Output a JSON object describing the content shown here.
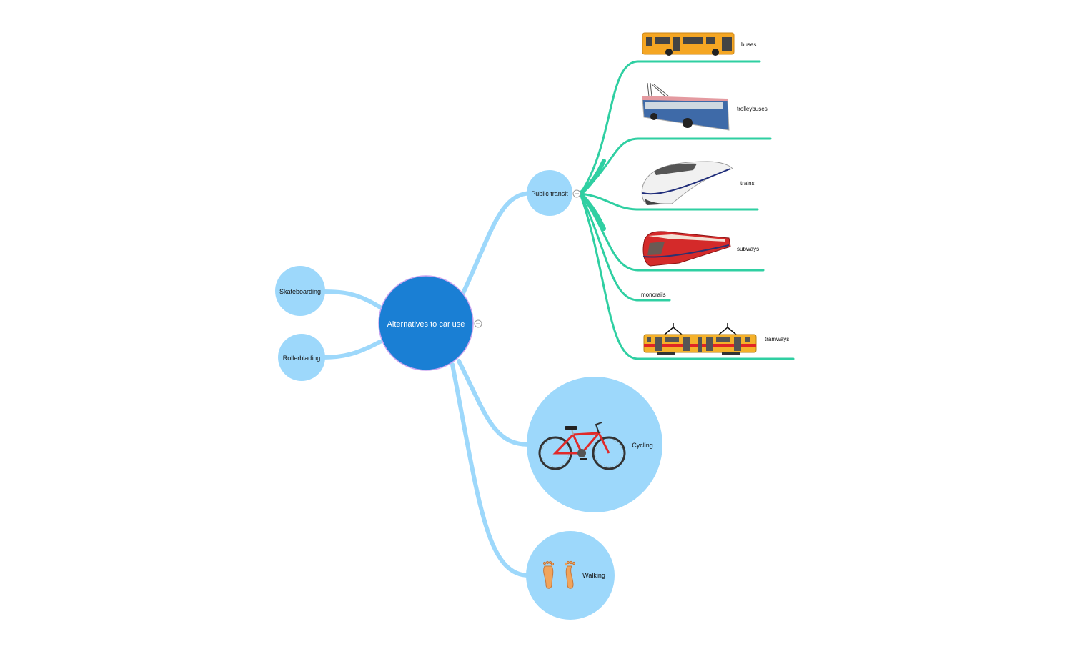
{
  "diagram": {
    "type": "mind-map",
    "colors": {
      "root_fill": "#1a7fd4",
      "root_stroke": "#c9a4f0",
      "root_text": "#ffffff",
      "topic_fill": "#9dd8fb",
      "main_branch": "#9dd8fb",
      "subtopic_branch": "#2fcfa2",
      "text": "#111111",
      "collapse_button": "#8a8a8a"
    },
    "root": {
      "label": "Alternatives to car use",
      "collapse_icon": "minus-circle-icon"
    },
    "topics": [
      {
        "id": "public-transit",
        "label": "Public transit",
        "collapse_icon": "minus-circle-icon",
        "children": [
          {
            "id": "buses",
            "label": "buses",
            "image": "bus-image"
          },
          {
            "id": "trolleybuses",
            "label": "trolleybuses",
            "image": "trolleybus-image"
          },
          {
            "id": "trains",
            "label": "trains",
            "image": "high-speed-train-image"
          },
          {
            "id": "subways",
            "label": "subways",
            "image": "subway-train-image"
          },
          {
            "id": "monorails",
            "label": "monorails",
            "image": null
          },
          {
            "id": "tramways",
            "label": "tramways",
            "image": "tram-image"
          }
        ]
      },
      {
        "id": "cycling",
        "label": "Cycling",
        "image": "bicycle-image"
      },
      {
        "id": "walking",
        "label": "Walking",
        "image": "footprints-image"
      },
      {
        "id": "skateboarding",
        "label": "Skateboarding",
        "image": null
      },
      {
        "id": "rollerblading",
        "label": "Rollerblading",
        "image": null
      }
    ]
  }
}
